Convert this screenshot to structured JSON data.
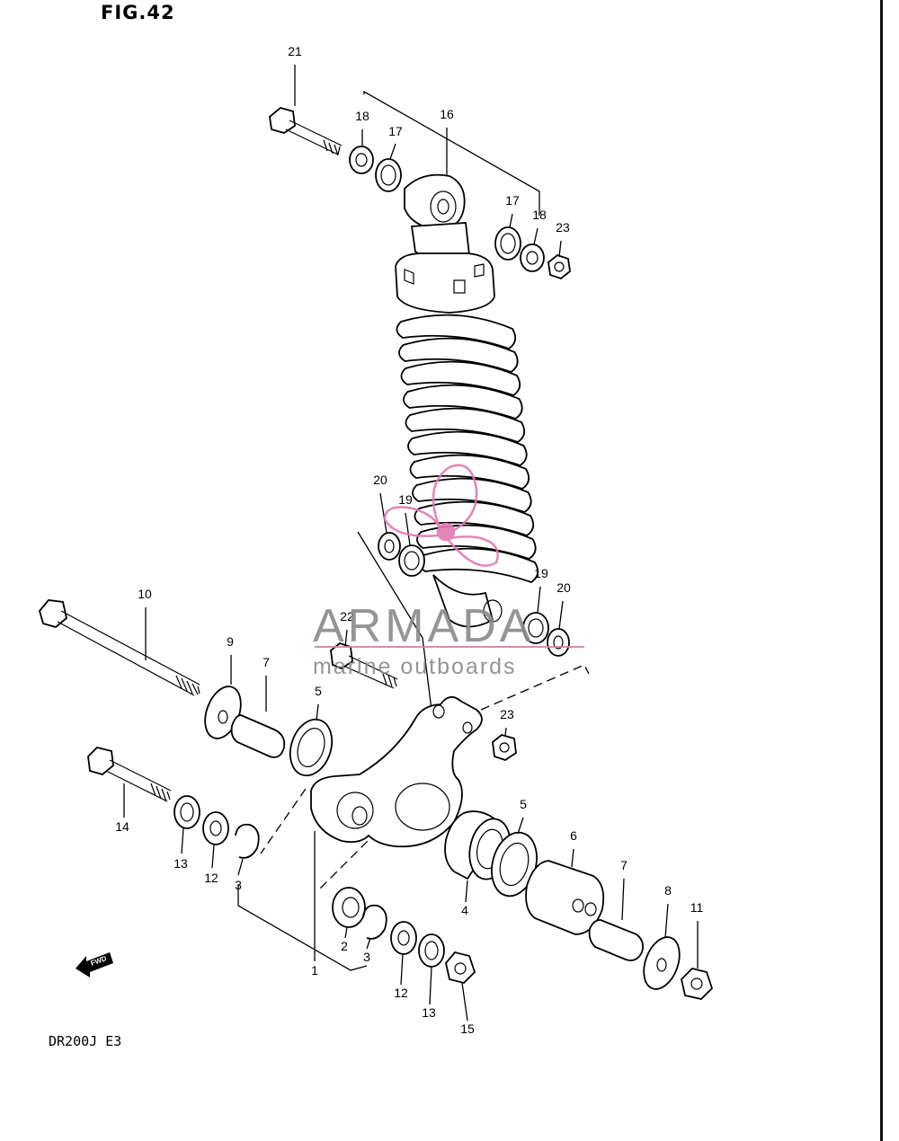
{
  "figure": {
    "title": "FIG.42",
    "model": "DR200J  E3"
  },
  "fwd_label": "FWD",
  "watermark": {
    "brand": "ARMADA",
    "tagline": "marine outboards",
    "accent_color": "#e07ab0",
    "text_color": "#8a8a8a"
  },
  "callouts": [
    "21",
    "18",
    "17",
    "16",
    "17",
    "18",
    "23",
    "20",
    "19",
    "19",
    "20",
    "10",
    "9",
    "7",
    "5",
    "22",
    "23",
    "14",
    "13",
    "12",
    "3",
    "5",
    "6",
    "4",
    "7",
    "8",
    "11",
    "2",
    "3",
    "1",
    "12",
    "13",
    "15"
  ]
}
